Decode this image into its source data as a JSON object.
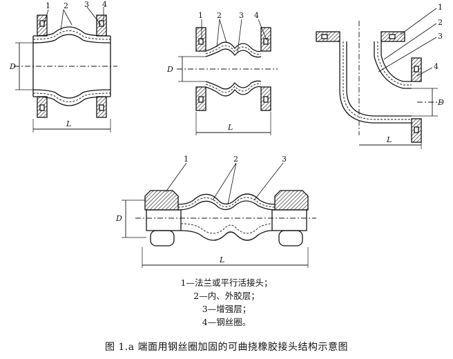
{
  "figure": {
    "top_left": {
      "labels": [
        "1",
        "2",
        "3",
        "4"
      ],
      "dim_d": "D",
      "dim_l": "L"
    },
    "top_middle": {
      "labels": [
        "1",
        "2",
        "3",
        "4"
      ],
      "dim_d": "D",
      "dim_l": "L"
    },
    "top_right": {
      "labels": [
        "1",
        "2",
        "3",
        "4"
      ],
      "dim_d": "D",
      "dim_l": "L"
    },
    "bottom": {
      "labels": [
        "1",
        "2",
        "3"
      ],
      "dim_d": "D",
      "dim_l": "L"
    }
  },
  "legend": [
    "1—法兰或平行活接头；",
    "2—内、外胶层；",
    "3—增强层；",
    "4—钢丝圈。"
  ],
  "caption": "图 1.a   端面用钢丝圈加固的可曲挠橡胶接头结构示意图"
}
